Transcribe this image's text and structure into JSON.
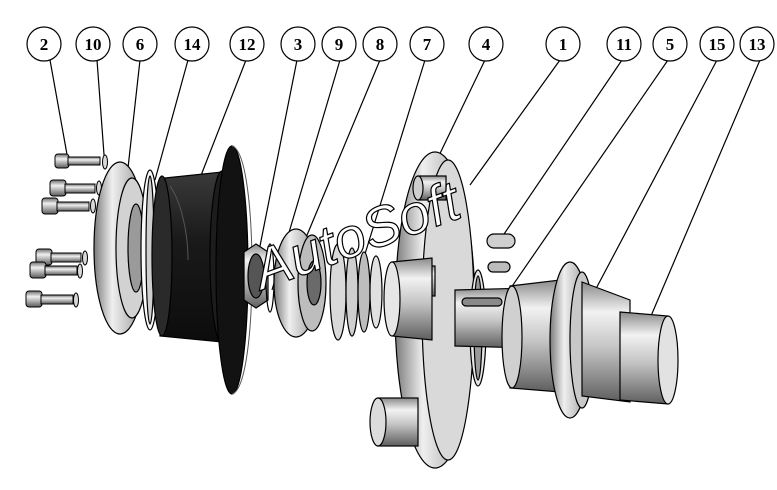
{
  "callouts": [
    {
      "id": "c2",
      "label": "2"
    },
    {
      "id": "c10",
      "label": "10"
    },
    {
      "id": "c6",
      "label": "6"
    },
    {
      "id": "c14",
      "label": "14"
    },
    {
      "id": "c12",
      "label": "12"
    },
    {
      "id": "c3",
      "label": "3"
    },
    {
      "id": "c9",
      "label": "9"
    },
    {
      "id": "c8",
      "label": "8"
    },
    {
      "id": "c7",
      "label": "7"
    },
    {
      "id": "c4",
      "label": "4"
    },
    {
      "id": "c1",
      "label": "1"
    },
    {
      "id": "c11",
      "label": "11"
    },
    {
      "id": "c5",
      "label": "5"
    },
    {
      "id": "c15",
      "label": "15"
    },
    {
      "id": "c13",
      "label": "13"
    }
  ],
  "watermark": "AutoSoft",
  "colors": {
    "ink": "#000000",
    "paper": "#ffffff",
    "metal_light": "#e6e6e6",
    "metal_mid": "#b5b5b5",
    "metal_dark": "#6e6e6e",
    "rubber": "#1e1e1e"
  }
}
